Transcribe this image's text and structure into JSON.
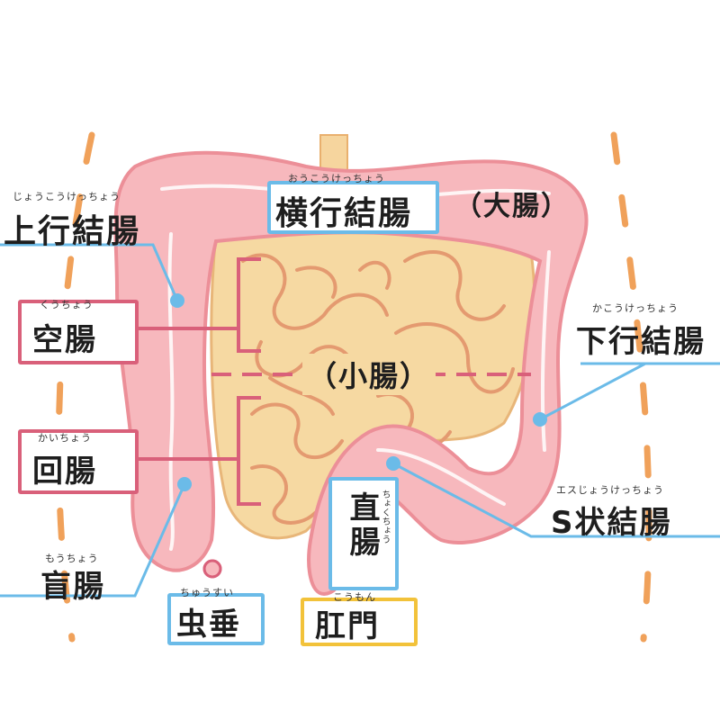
{
  "labels": {
    "transverse_colon": {
      "ruby": "おうこうけっちょう",
      "text": "横行結腸"
    },
    "large_intestine": {
      "text": "（大腸）"
    },
    "ascending_colon": {
      "ruby": "じょうこうけっちょう",
      "text": "上行結腸"
    },
    "jejunum": {
      "ruby": "くうちょう",
      "text": "空腸"
    },
    "small_intestine": {
      "text": "（小腸）"
    },
    "descending_colon": {
      "ruby": "かこうけっちょう",
      "text": "下行結腸"
    },
    "ileum": {
      "ruby": "かいちょう",
      "text": "回腸"
    },
    "sigmoid_colon": {
      "ruby": "エスじょうけっちょう",
      "text": "S状結腸"
    },
    "rectum": {
      "ruby": "ちょくちょう",
      "text": "直腸"
    },
    "cecum": {
      "ruby": "もうちょう",
      "text": "盲腸"
    },
    "appendix": {
      "ruby": "ちゅうすい",
      "text": "虫垂"
    },
    "anus": {
      "ruby": "こうもん",
      "text": "肛門"
    }
  },
  "colors": {
    "large_intestine_fill": "#f7b8bd",
    "large_intestine_edge": "#ec8f98",
    "small_intestine_fill": "#f6d9a2",
    "small_intestine_line": "#e49a70",
    "label_blue": "#6bbbe8",
    "label_pink": "#d9607a",
    "label_yellow": "#f2c23a",
    "body_guide": "#f0a15a"
  }
}
